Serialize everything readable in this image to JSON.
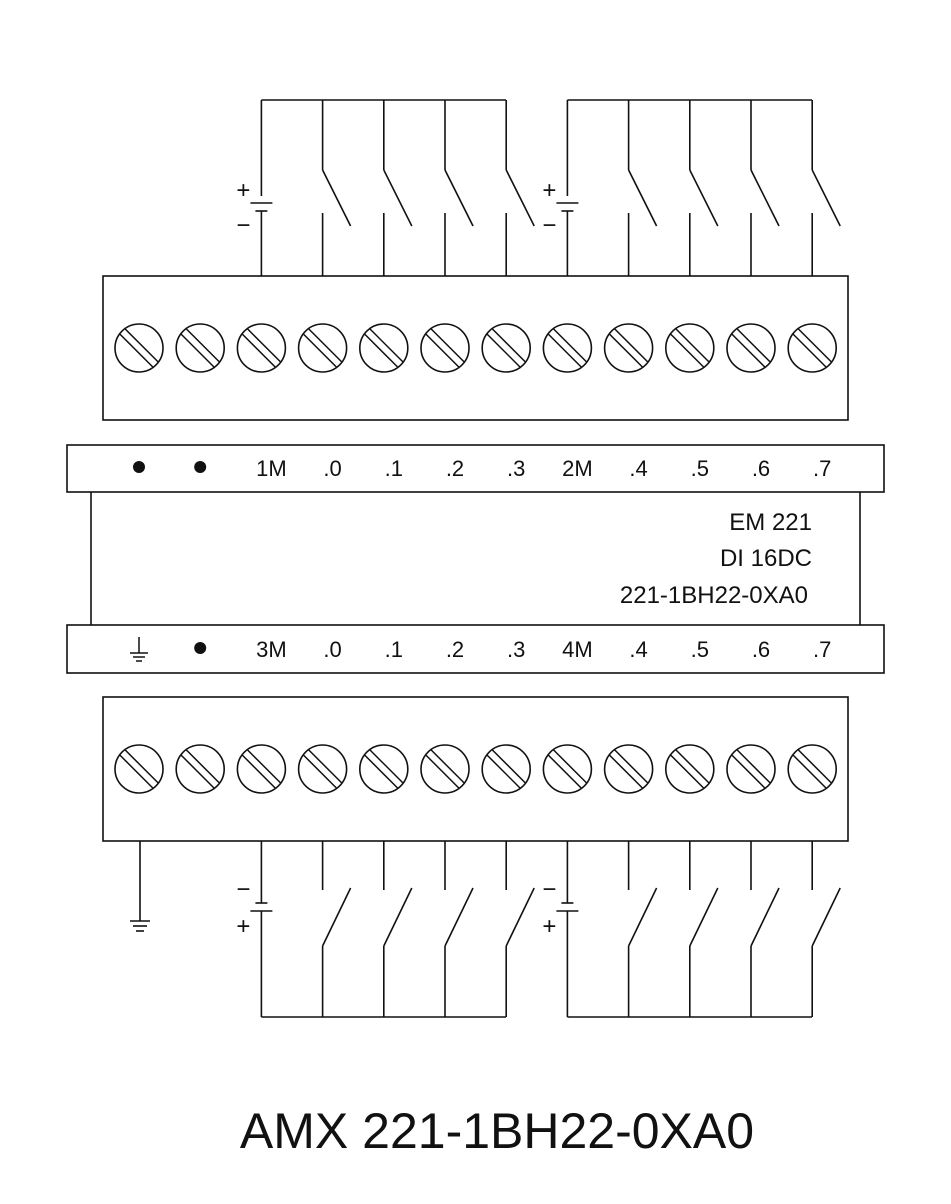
{
  "module": {
    "name": "EM  221",
    "type": "DI 16DC",
    "part_number": "221-1BH22-0XA0"
  },
  "top_row_labels": [
    "",
    "",
    "1M",
    ".0",
    ".1",
    ".2",
    ".3",
    "2M",
    ".4",
    ".5",
    ".6",
    ".7"
  ],
  "bottom_row_labels": [
    "",
    "",
    "3M",
    ".0",
    ".1",
    ".2",
    ".3",
    "4M",
    ".4",
    ".5",
    ".6",
    ".7"
  ],
  "terminal_count": 12,
  "symbols": {
    "plus": "+",
    "minus": "−"
  },
  "caption": "AMX 221-1BH22-0XA0",
  "colors": {
    "line": "#111111",
    "background": "#ffffff"
  }
}
